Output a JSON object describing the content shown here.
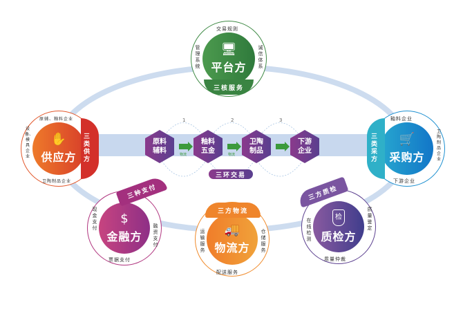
{
  "platform": {
    "title": "平台方",
    "tab": "三核服务",
    "labels": [
      "交易规则",
      "诚信体系",
      "管理系统"
    ],
    "color": "#3f8a45"
  },
  "supplier": {
    "title": "供应方",
    "tab": "三类供方",
    "labels": [
      "原辅、釉料企业",
      "卫陶制品企业",
      "设备、模具企业"
    ],
    "color": "#e2572a"
  },
  "purchaser": {
    "title": "采购方",
    "tab": "三类采方",
    "labels": [
      "釉料企业",
      "卫陶制品企业",
      "下游企业"
    ],
    "color": "#1c8fd0"
  },
  "finance": {
    "title": "金融方",
    "tab": "三种支付",
    "labels": [
      "融资支付",
      "票据支付",
      "现金支付"
    ],
    "color": "#b0357f"
  },
  "logistics": {
    "title": "物流方",
    "tab": "三方物流",
    "labels": [
      "仓储服务",
      "配送服务",
      "运输服务"
    ],
    "color": "#f08a2a"
  },
  "qc": {
    "title": "质检方",
    "tab": "三方质检",
    "labels": [
      "质量鉴定",
      "质量仲裁",
      "在线检测"
    ],
    "icon_text": "检",
    "color": "#5b3f8f"
  },
  "chain": {
    "steps": [
      "原料辅料",
      "釉料|五金",
      "卫陶制品",
      "下游企业"
    ],
    "numbers": [
      "1",
      "2",
      "3"
    ],
    "arrow_label": "物流",
    "title": "三环交易"
  }
}
